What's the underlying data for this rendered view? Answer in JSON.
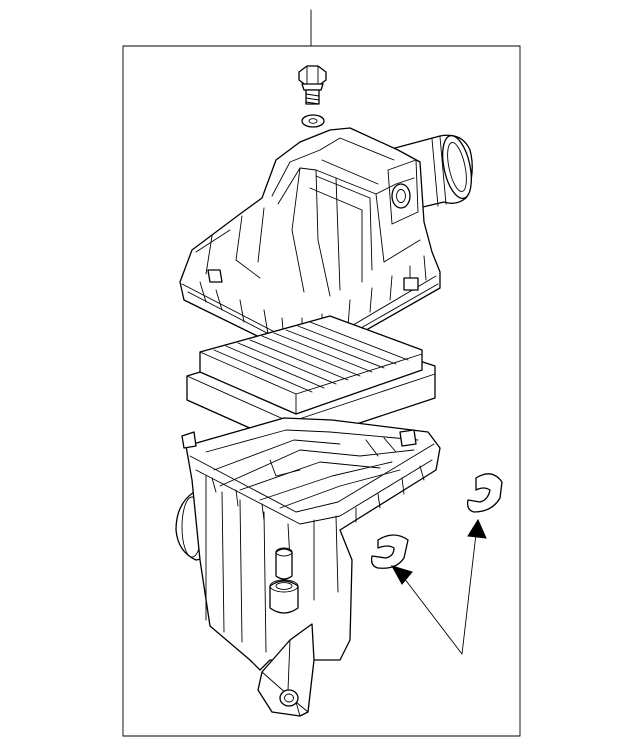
{
  "diagram": {
    "parts": [
      {
        "id": "bolt",
        "icon": "bolt-icon"
      },
      {
        "id": "washer",
        "icon": "washer-icon"
      },
      {
        "id": "upper-cover",
        "icon": "air-cleaner-cover-icon"
      },
      {
        "id": "filter-element",
        "icon": "air-filter-icon"
      },
      {
        "id": "lower-housing",
        "icon": "air-cleaner-housing-icon"
      },
      {
        "id": "clip-left",
        "icon": "clip-icon"
      },
      {
        "id": "clip-right",
        "icon": "clip-icon"
      }
    ],
    "callouts": [
      {
        "from": "leader-origin",
        "to": "clip-left"
      },
      {
        "from": "leader-origin",
        "to": "clip-right"
      }
    ],
    "colors": {
      "line": "#000000",
      "background": "#ffffff"
    }
  }
}
